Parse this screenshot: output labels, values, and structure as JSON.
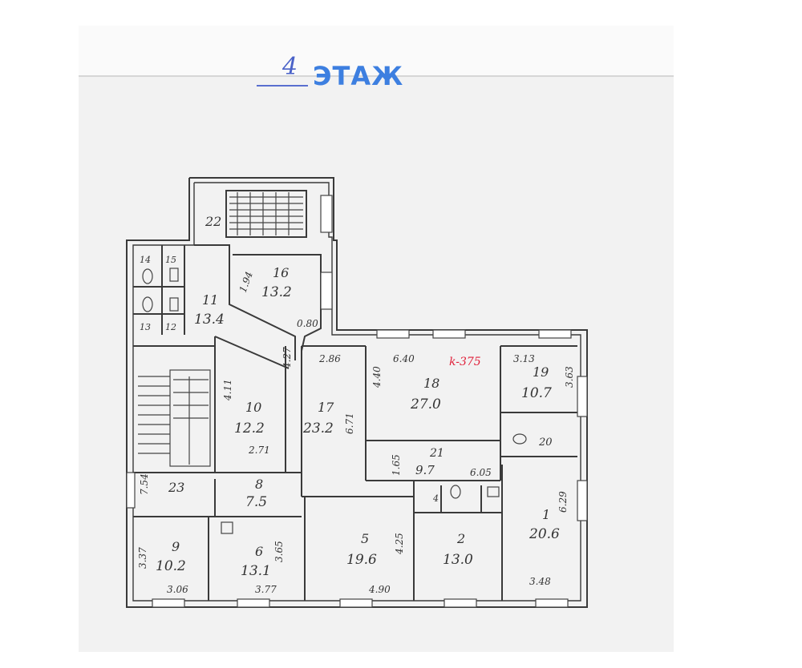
{
  "title": {
    "floor_number": "4",
    "floor_word": "ЭТАЖ"
  },
  "red_note": "k-375",
  "rooms": [
    {
      "num": "1",
      "area": "20.6"
    },
    {
      "num": "2",
      "area": "13.0"
    },
    {
      "num": "4",
      "area": ""
    },
    {
      "num": "5",
      "area": "19.6"
    },
    {
      "num": "6",
      "area": "13.1"
    },
    {
      "num": "8",
      "area": "7.5"
    },
    {
      "num": "9",
      "area": "10.2"
    },
    {
      "num": "10",
      "area": "12.2"
    },
    {
      "num": "11",
      "area": "13.4"
    },
    {
      "num": "12",
      "area": ""
    },
    {
      "num": "13",
      "area": ""
    },
    {
      "num": "14",
      "area": ""
    },
    {
      "num": "15",
      "area": ""
    },
    {
      "num": "16",
      "area": "13.2"
    },
    {
      "num": "17",
      "area": "23.2"
    },
    {
      "num": "18",
      "area": "27.0"
    },
    {
      "num": "19",
      "area": "10.7"
    },
    {
      "num": "20",
      "area": ""
    },
    {
      "num": "21",
      "area": "9.7"
    },
    {
      "num": "22",
      "area": ""
    },
    {
      "num": "23",
      "area": ""
    }
  ],
  "dimensions": [
    "3.06",
    "3.77",
    "4.90",
    "3.48",
    "2.71",
    "3.65",
    "4.25",
    "6.29",
    "3.63",
    "3.13",
    "6.40",
    "4.40",
    "2.86",
    "4.11",
    "6.71",
    "1.65",
    "6.05",
    "7.54",
    "3.37",
    "1.94",
    "0.80",
    "4.27"
  ]
}
